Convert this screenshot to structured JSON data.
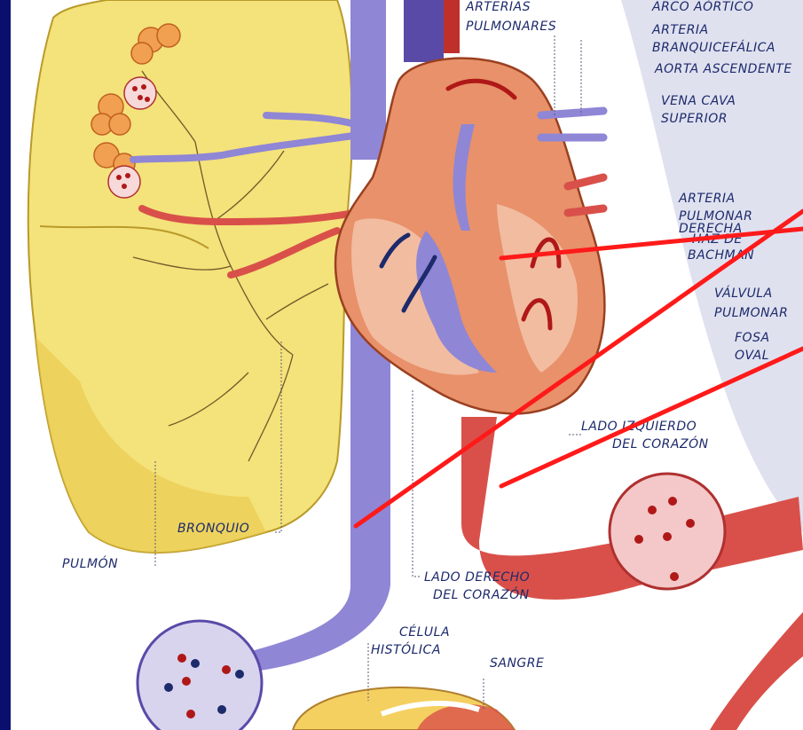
{
  "labels": {
    "arterias_pulmonares_1": "ARTERIAS",
    "arterias_pulmonares_2": "PULMONARES",
    "arco_aortico": "ARCO AÓRTICO",
    "arteria": "ARTERIA",
    "braquicefalica": "BRANQUICEFÁLICA",
    "aorta_ascendente": "AORTA ASCENDENTE",
    "vena_cava_1": "VENA CAVA",
    "vena_cava_2": "SUPERIOR",
    "arteria_pulmonar_1": "ARTERIA",
    "arteria_pulmonar_2": "PULMONAR",
    "arteria_pulmonar_3": "DERECHA",
    "haz_1": "HAZ DE",
    "haz_2": "BACHMAN",
    "valvula_1": "VÁLVULA",
    "valvula_2": "PULMONAR",
    "fosa_1": "FOSA",
    "fosa_2": "OVAL",
    "lado_izq_1": "LADO IZQUIERDO",
    "lado_izq_2": "DEL CORAZÓN",
    "bronquio": "BRONQUIO",
    "pulmon": "PULMÓN",
    "lado_der_1": "LADO DERECHO",
    "lado_der_2": "DEL CORAZÓN",
    "celula_1": "CÉLULA",
    "celula_2": "HISTÓLICA",
    "sangre": "SANGRE"
  },
  "colors": {
    "background": "#0a0f6e",
    "panel": "#ffffff",
    "lung": "#f4e27a",
    "heart": "#e8916a",
    "vein": "#8f86d6",
    "artery": "#d9504a",
    "pointer": "#ff1a1a"
  }
}
